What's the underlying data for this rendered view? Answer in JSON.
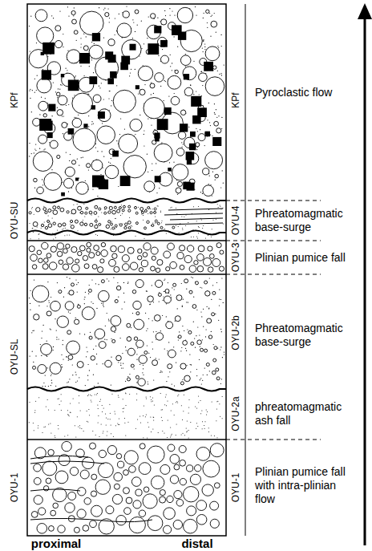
{
  "diagram": {
    "labels": [
      "KPf",
      "OYU-SU",
      "OYU-SL",
      "OYU-1",
      "KPf",
      "OYU-4",
      "OYU-3",
      "OYU-2b",
      "OYU-2a",
      "OYU-1",
      "Pyroclastic flow",
      "Phreatomagmatic base-surge",
      "Plinian pumice fall",
      "Phreatomagmatic base-surge",
      "phreatomagmatic ash fall",
      "Plinian pumice fall with intra-plinian flow",
      "proximal",
      "distal"
    ]
  }
}
